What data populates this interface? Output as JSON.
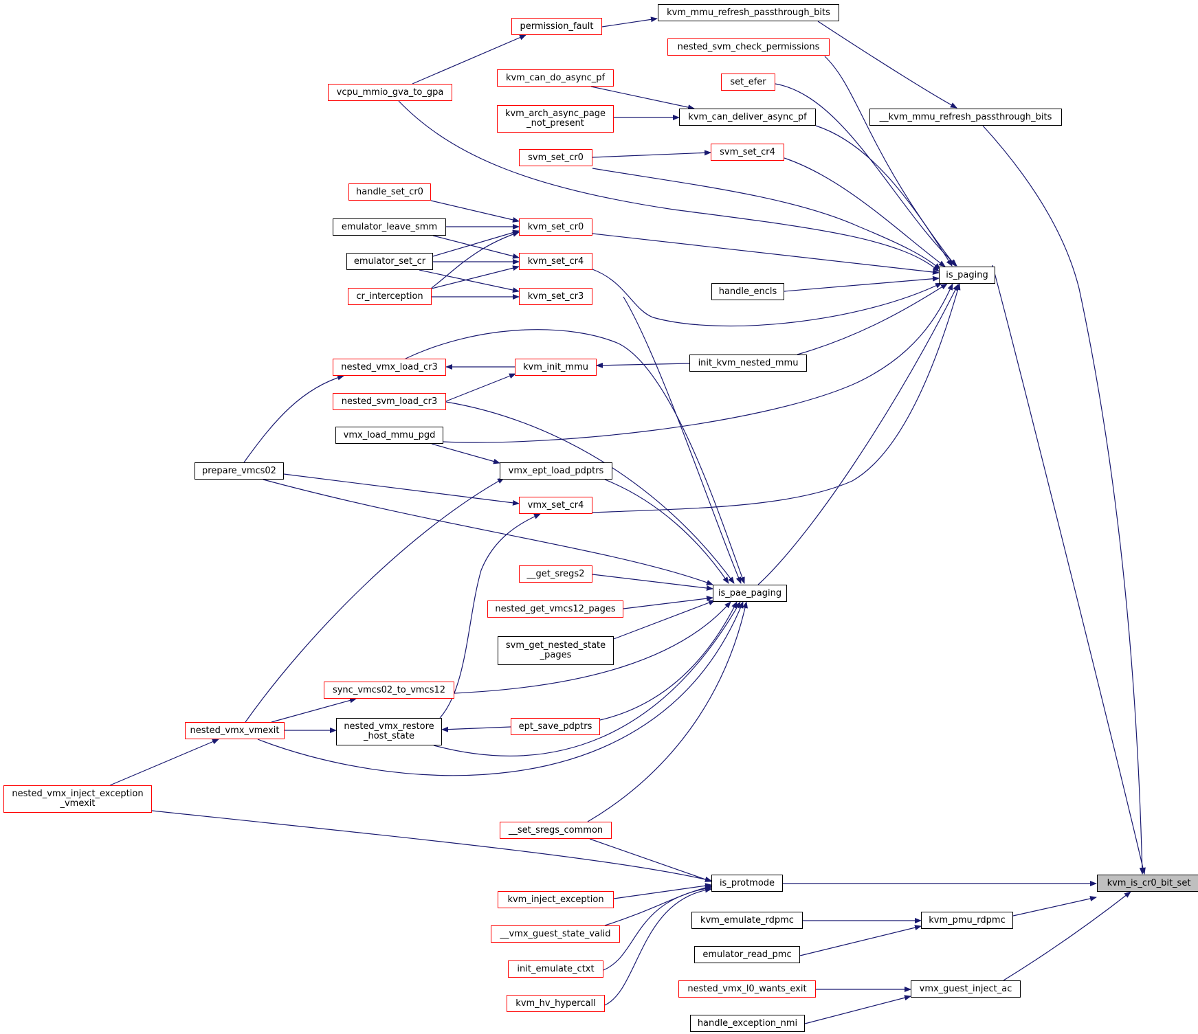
{
  "colors": {
    "edge": "#191970",
    "node_border": "#000000",
    "node_border_incomplete": "#ff0000",
    "root_fill": "#bfbfbf",
    "background": "#ffffff"
  },
  "nodes": {
    "kvm_is_cr0_bit_set": "kvm_is_cr0_bit_set",
    "is_paging": "is_paging",
    "is_pae_paging": "is_pae_paging",
    "is_protmode": "is_protmode",
    "kvm_pmu_rdpmc": "kvm_pmu_rdpmc",
    "vmx_guest_inject_ac": "vmx_guest_inject_ac",
    "__kvm_mmu_refresh_passthrough_bits": "__kvm_mmu_refresh_passthrough_bits",
    "kvm_mmu_refresh_passthrough_bits": "kvm_mmu_refresh_passthrough_bits",
    "permission_fault": "permission_fault",
    "vcpu_mmio_gva_to_gpa": "vcpu_mmio_gva_to_gpa",
    "nested_svm_check_permissions": "nested_svm_check_permissions",
    "kvm_can_do_async_pf": "kvm_can_do_async_pf",
    "set_efer": "set_efer",
    "kvm_arch_async_page_not_present": "kvm_arch_async_page\n_not_present",
    "kvm_can_deliver_async_pf": "kvm_can_deliver_async_pf",
    "svm_set_cr0": "svm_set_cr0",
    "svm_set_cr4": "svm_set_cr4",
    "handle_set_cr0": "handle_set_cr0",
    "emulator_leave_smm": "emulator_leave_smm",
    "kvm_set_cr0": "kvm_set_cr0",
    "emulator_set_cr": "emulator_set_cr",
    "kvm_set_cr4": "kvm_set_cr4",
    "cr_interception": "cr_interception",
    "kvm_set_cr3": "kvm_set_cr3",
    "handle_encls": "handle_encls",
    "nested_vmx_load_cr3": "nested_vmx_load_cr3",
    "kvm_init_mmu": "kvm_init_mmu",
    "init_kvm_nested_mmu": "init_kvm_nested_mmu",
    "nested_svm_load_cr3": "nested_svm_load_cr3",
    "vmx_load_mmu_pgd": "vmx_load_mmu_pgd",
    "prepare_vmcs02": "prepare_vmcs02",
    "vmx_ept_load_pdptrs": "vmx_ept_load_pdptrs",
    "vmx_set_cr4": "vmx_set_cr4",
    "__get_sregs2": "__get_sregs2",
    "nested_get_vmcs12_pages": "nested_get_vmcs12_pages",
    "svm_get_nested_state_pages": "svm_get_nested_state\n_pages",
    "sync_vmcs02_to_vmcs12": "sync_vmcs02_to_vmcs12",
    "nested_vmx_vmexit": "nested_vmx_vmexit",
    "nested_vmx_restore_host_state": "nested_vmx_restore\n_host_state",
    "ept_save_pdptrs": "ept_save_pdptrs",
    "nested_vmx_inject_exception_vmexit": "nested_vmx_inject_exception\n_vmexit",
    "__set_sregs_common": "__set_sregs_common",
    "kvm_inject_exception": "kvm_inject_exception",
    "__vmx_guest_state_valid": "__vmx_guest_state_valid",
    "init_emulate_ctxt": "init_emulate_ctxt",
    "kvm_hv_hypercall": "kvm_hv_hypercall",
    "kvm_emulate_rdpmc": "kvm_emulate_rdpmc",
    "emulator_read_pmc": "emulator_read_pmc",
    "nested_vmx_l0_wants_exit": "nested_vmx_l0_wants_exit",
    "handle_exception_nmi": "handle_exception_nmi"
  }
}
